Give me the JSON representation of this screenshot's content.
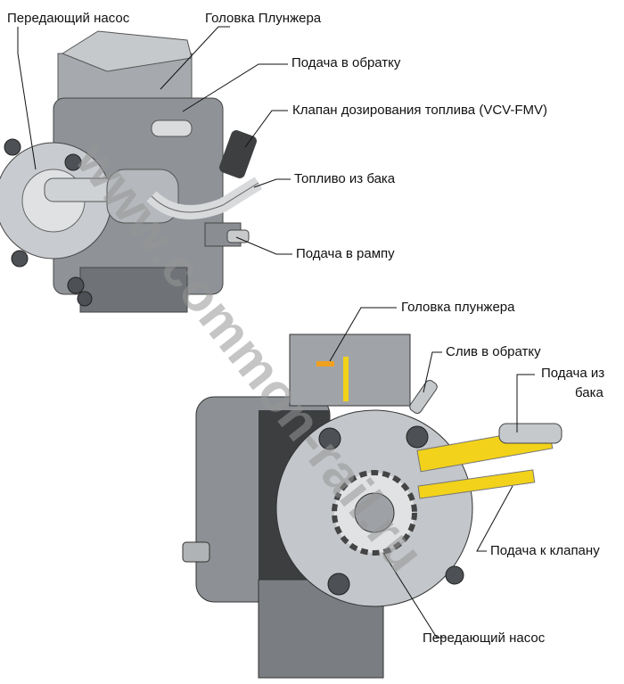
{
  "labels": {
    "top_transfer_pump": "Передающий насос",
    "top_plunger_head": "Головка Плунжера",
    "top_return": "Подача в обратку",
    "top_metering_valve": "Клапан дозирования топлива (VCV-FMV)",
    "top_fuel_from_tank": "Топливо из бака",
    "top_rail_feed": "Подача в рампу",
    "bottom_plunger_head": "Головка плунжера",
    "bottom_return_drain": "Слив в обратку",
    "bottom_feed_from_tank_1": "Подача из",
    "bottom_feed_from_tank_2": "бака",
    "bottom_feed_to_valve": "Подача к клапану",
    "bottom_transfer_pump": "Передающий насос"
  },
  "watermark": "www.common-rail.ru",
  "colors": {
    "metal_light": "#c9ccd0",
    "metal_mid": "#9a9ea3",
    "metal_dark": "#5e6266",
    "fuel_yellow": "#f2d21a",
    "fuel_orange": "#f0a020"
  }
}
